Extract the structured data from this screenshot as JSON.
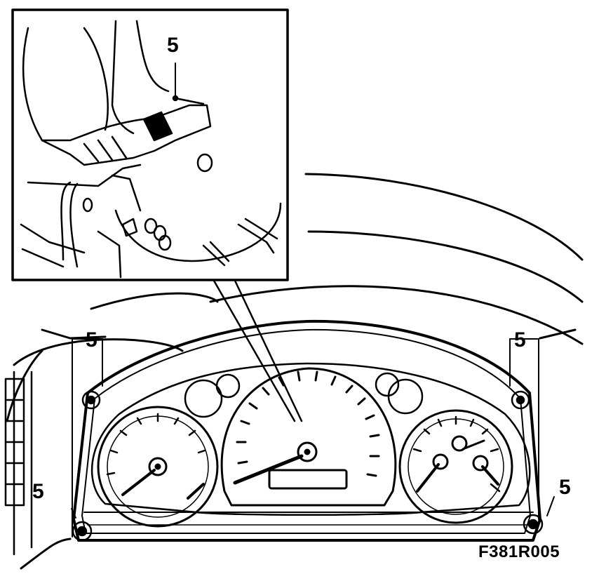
{
  "figure": {
    "callouts": [
      {
        "id": "inset-connector",
        "label": "5"
      },
      {
        "id": "screw-top-left",
        "label": "5"
      },
      {
        "id": "screw-top-right",
        "label": "5"
      },
      {
        "id": "screw-bottom-left",
        "label": "5"
      },
      {
        "id": "screw-bottom-right",
        "label": "5"
      }
    ],
    "figure_code": "F381R005"
  },
  "colors": {
    "line": "#000000",
    "background": "#ffffff"
  }
}
